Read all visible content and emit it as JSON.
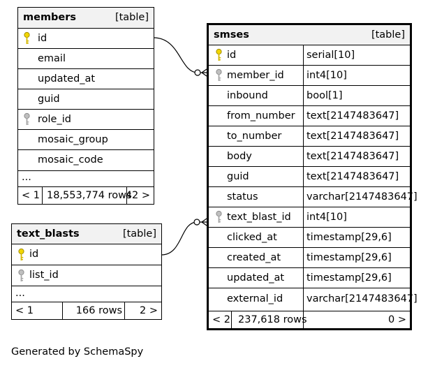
{
  "members": {
    "name": "members",
    "kind": "[table]",
    "columns": [
      {
        "name": "id",
        "key": "primary"
      },
      {
        "name": "email",
        "key": ""
      },
      {
        "name": "updated_at",
        "key": ""
      },
      {
        "name": "guid",
        "key": ""
      },
      {
        "name": "role_id",
        "key": "foreign"
      },
      {
        "name": "mosaic_group",
        "key": ""
      },
      {
        "name": "mosaic_code",
        "key": ""
      }
    ],
    "more": "...",
    "footer": {
      "parents": "< 1",
      "rows": "18,553,774 rows",
      "children": "42 >"
    }
  },
  "text_blasts": {
    "name": "text_blasts",
    "kind": "[table]",
    "columns": [
      {
        "name": "id",
        "key": "primary"
      },
      {
        "name": "list_id",
        "key": "foreign"
      }
    ],
    "more": "...",
    "footer": {
      "parents": "< 1",
      "rows": "166 rows",
      "children": "2 >"
    }
  },
  "smses": {
    "name": "smses",
    "kind": "[table]",
    "columns": [
      {
        "name": "id",
        "type": "serial[10]",
        "key": "primary"
      },
      {
        "name": "member_id",
        "type": "int4[10]",
        "key": "foreign"
      },
      {
        "name": "inbound",
        "type": "bool[1]",
        "key": ""
      },
      {
        "name": "from_number",
        "type": "text[2147483647]",
        "key": ""
      },
      {
        "name": "to_number",
        "type": "text[2147483647]",
        "key": ""
      },
      {
        "name": "body",
        "type": "text[2147483647]",
        "key": ""
      },
      {
        "name": "guid",
        "type": "text[2147483647]",
        "key": ""
      },
      {
        "name": "status",
        "type": "varchar[2147483647]",
        "key": ""
      },
      {
        "name": "text_blast_id",
        "type": "int4[10]",
        "key": "foreign"
      },
      {
        "name": "clicked_at",
        "type": "timestamp[29,6]",
        "key": ""
      },
      {
        "name": "created_at",
        "type": "timestamp[29,6]",
        "key": ""
      },
      {
        "name": "updated_at",
        "type": "timestamp[29,6]",
        "key": ""
      },
      {
        "name": "external_id",
        "type": "varchar[2147483647]",
        "key": ""
      }
    ],
    "footer": {
      "parents": "< 2",
      "rows": "237,618 rows",
      "children": "0 >"
    }
  },
  "caption": "Generated by SchemaSpy",
  "colors": {
    "primary_key": "#f2d600",
    "foreign_key": "#bfbfbf",
    "header_bg": "#f2f2f2"
  }
}
